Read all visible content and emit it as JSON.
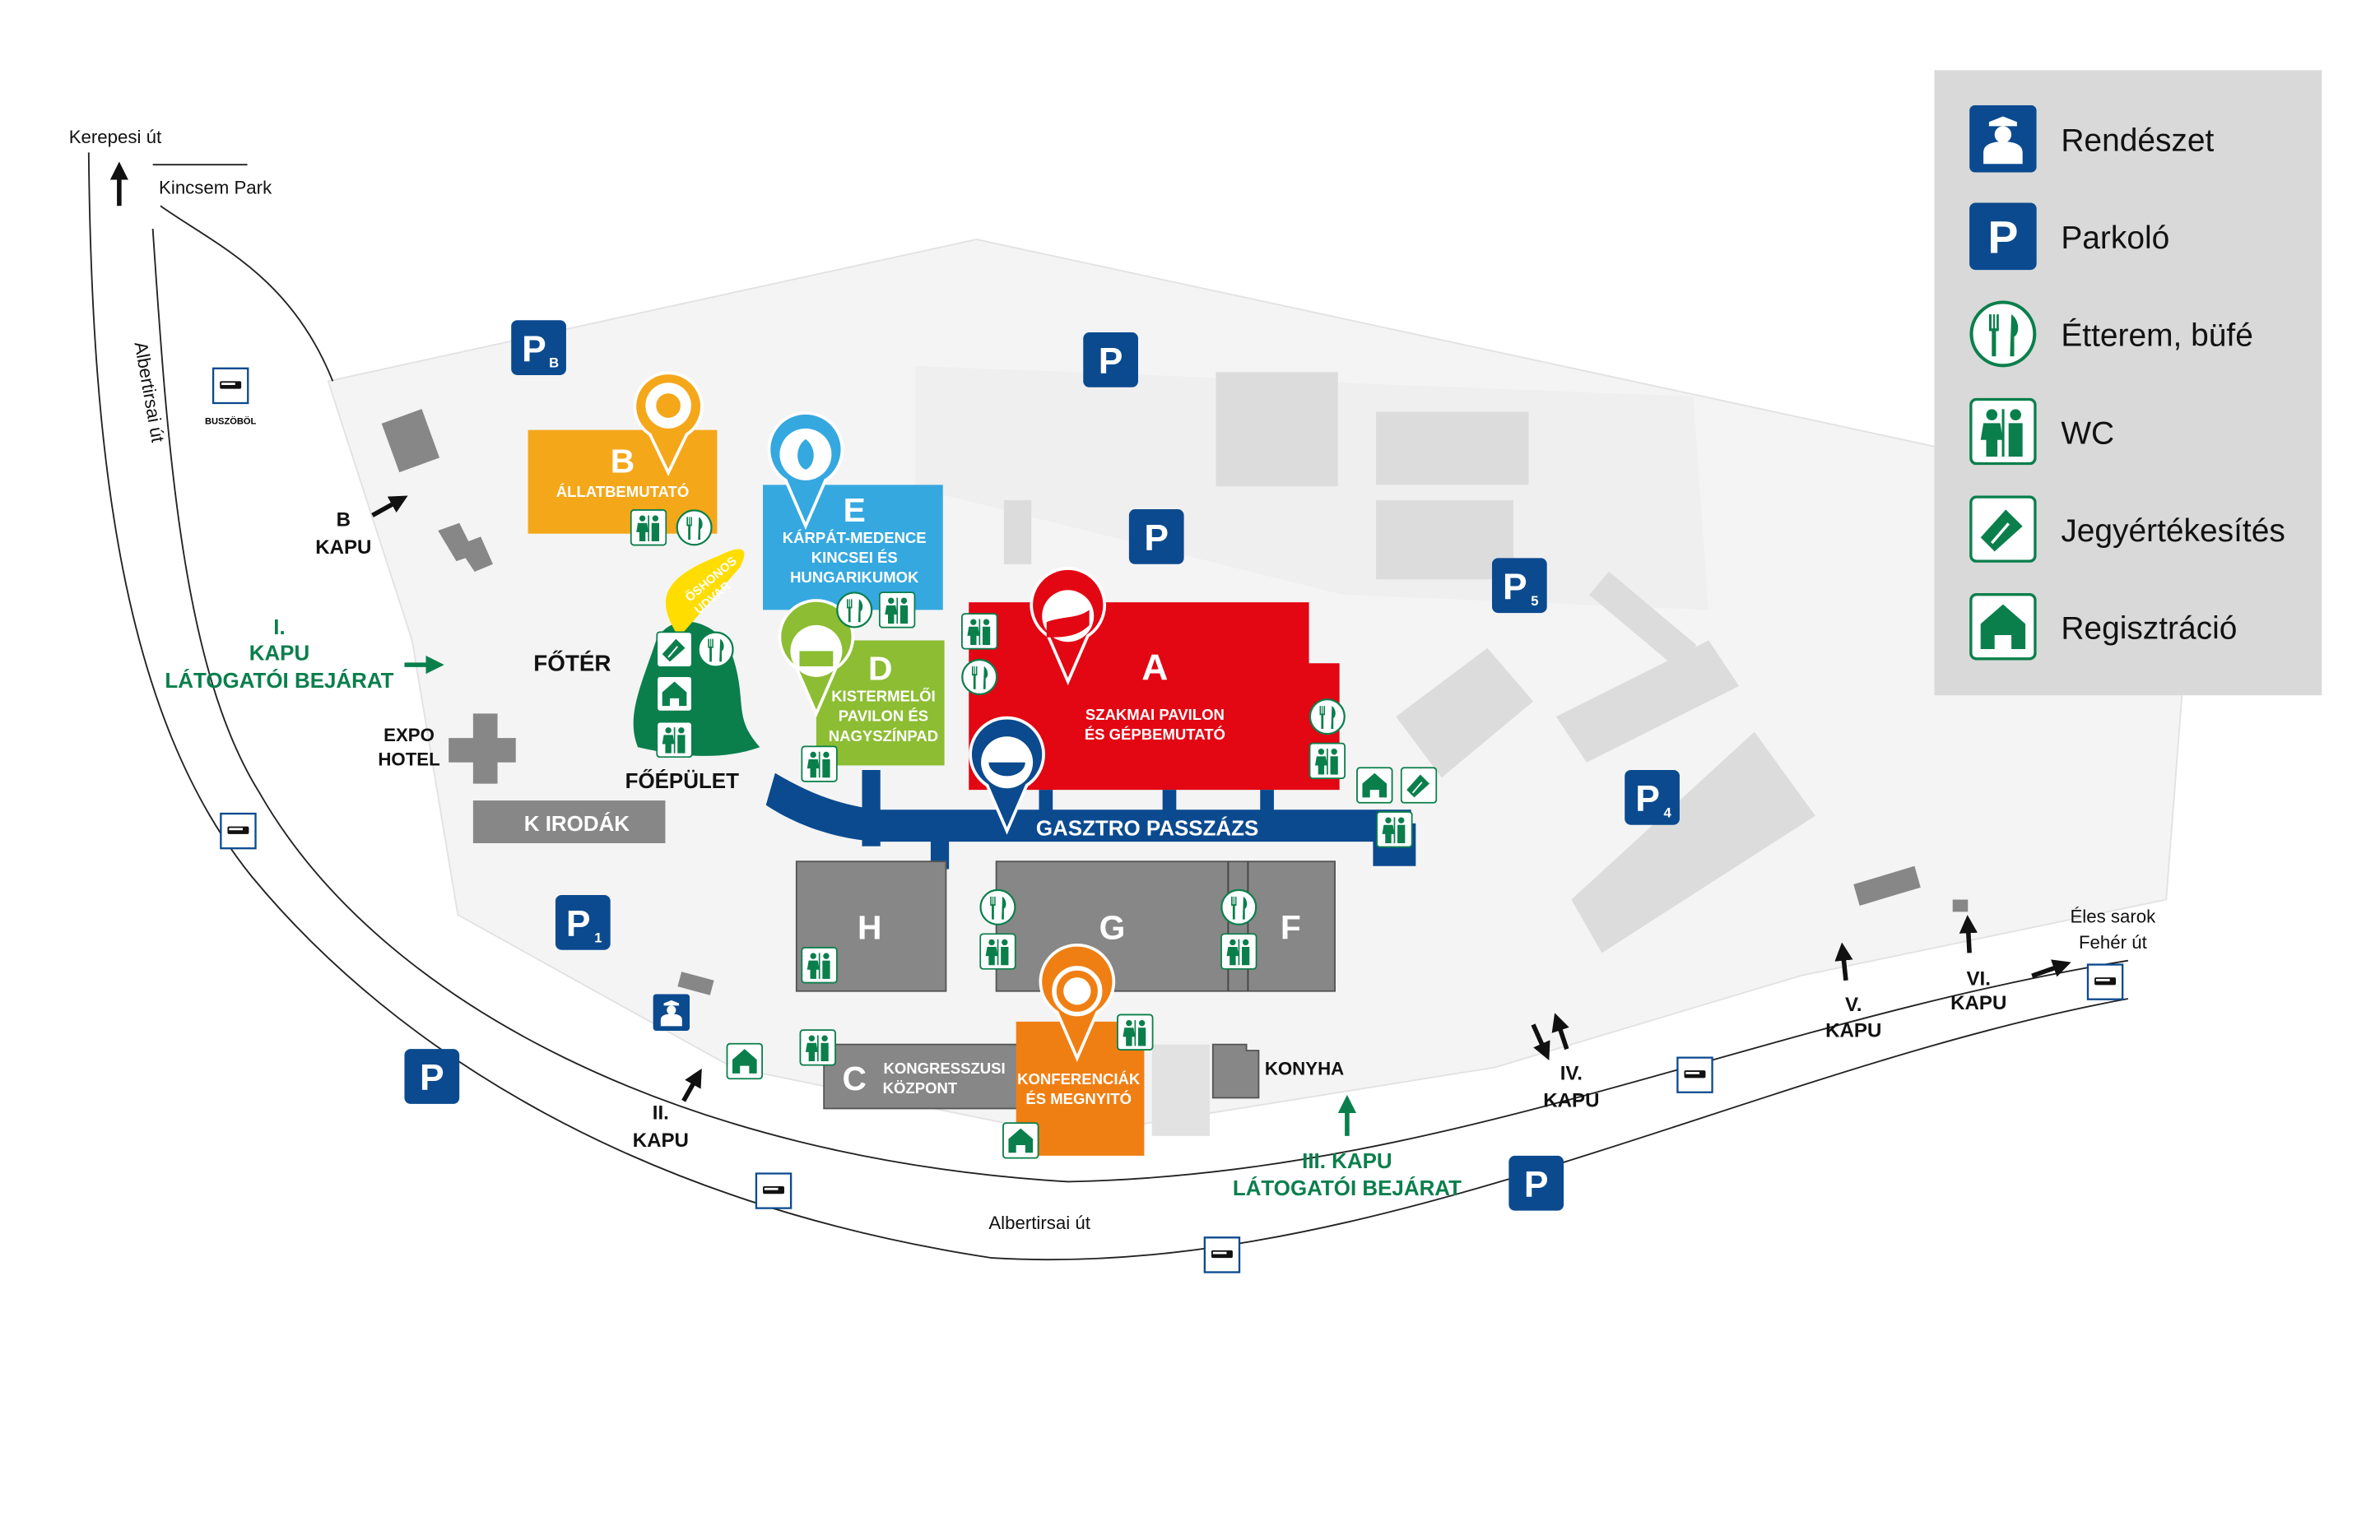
{
  "legend": {
    "items": [
      {
        "icon": "police-icon",
        "label": "Rendészet"
      },
      {
        "icon": "parking-icon",
        "label": "Parkoló"
      },
      {
        "icon": "restaurant-icon",
        "label": "Étterem, büfé"
      },
      {
        "icon": "wc-icon",
        "label": "WC"
      },
      {
        "icon": "ticket-icon",
        "label": "Jegyértékesítés"
      },
      {
        "icon": "registration-icon",
        "label": "Regisztráció"
      }
    ]
  },
  "parking": {
    "symbol": "P",
    "sub_b": "B",
    "sub_5": "5",
    "sub_4": "4",
    "sub_1": "1"
  },
  "buildings": {
    "b": {
      "letter": "B",
      "name": "ÁLLATBEMUTATÓ"
    },
    "e": {
      "letter": "E",
      "line1": "KÁRPÁT-MEDENCE",
      "line2": "KINCSEI ÉS",
      "line3": "HUNGARIKUMOK"
    },
    "a": {
      "letter": "A",
      "line1": "SZAKMAI PAVILON",
      "line2": "ÉS GÉPBEMUTATÓ"
    },
    "d": {
      "letter": "D",
      "line1": "KISTERMELŐI",
      "line2": "PAVILON ÉS",
      "line3": "NAGYSZÍNPAD"
    },
    "gastro": "GASZTRO PASSZÁZS",
    "h": "H",
    "g": "G",
    "f": "F",
    "c": {
      "letter": "C",
      "line1": "KONGRESSZUSI",
      "line2": "KÖZPONT"
    },
    "konf": {
      "line1": "KONFERENCIÁK",
      "line2": "ÉS MEGNYITÓ"
    },
    "konyha": "KONYHA",
    "irodak": "K IRODÁK",
    "expo": {
      "line1": "EXPO",
      "line2": "HOTEL"
    },
    "foter": "FŐTÉR",
    "foepulet": "FŐÉPÜLET",
    "oshonos": {
      "line1": "ŐSHONOS",
      "line2": "UDVAR"
    }
  },
  "gates": {
    "b": {
      "line1": "B",
      "line2": "KAPU"
    },
    "i": {
      "line1": "I.",
      "line2": "KAPU",
      "line3": "LÁTOGATÓI BEJÁRAT"
    },
    "ii": {
      "line1": "II.",
      "line2": "KAPU"
    },
    "iii": {
      "line1": "III. KAPU",
      "line2": "LÁTOGATÓI BEJÁRAT"
    },
    "iv": {
      "line1": "IV.",
      "line2": "KAPU"
    },
    "v": {
      "line1": "V.",
      "line2": "KAPU"
    },
    "vi": {
      "line1": "VI.",
      "line2": "KAPU"
    }
  },
  "streets": {
    "kerepesi": "Kerepesi út",
    "kincsem": "Kincsem Park",
    "albertirsai_vertical": "Albertirsai út",
    "albertirsai_bottom": "Albertirsai út",
    "eles1": "Éles sarok",
    "eles2": "Fehér út",
    "buszobol": "BUSZÖBÖL"
  },
  "colors": {
    "blue": "#0b4a8f",
    "red": "#e30613",
    "orange": "#f07f13",
    "amber": "#f5a71a",
    "sky": "#35a8e0",
    "lime": "#8cbd32",
    "green": "#0a7f4c",
    "yellow": "#ffdd00",
    "gray": "#878787"
  }
}
